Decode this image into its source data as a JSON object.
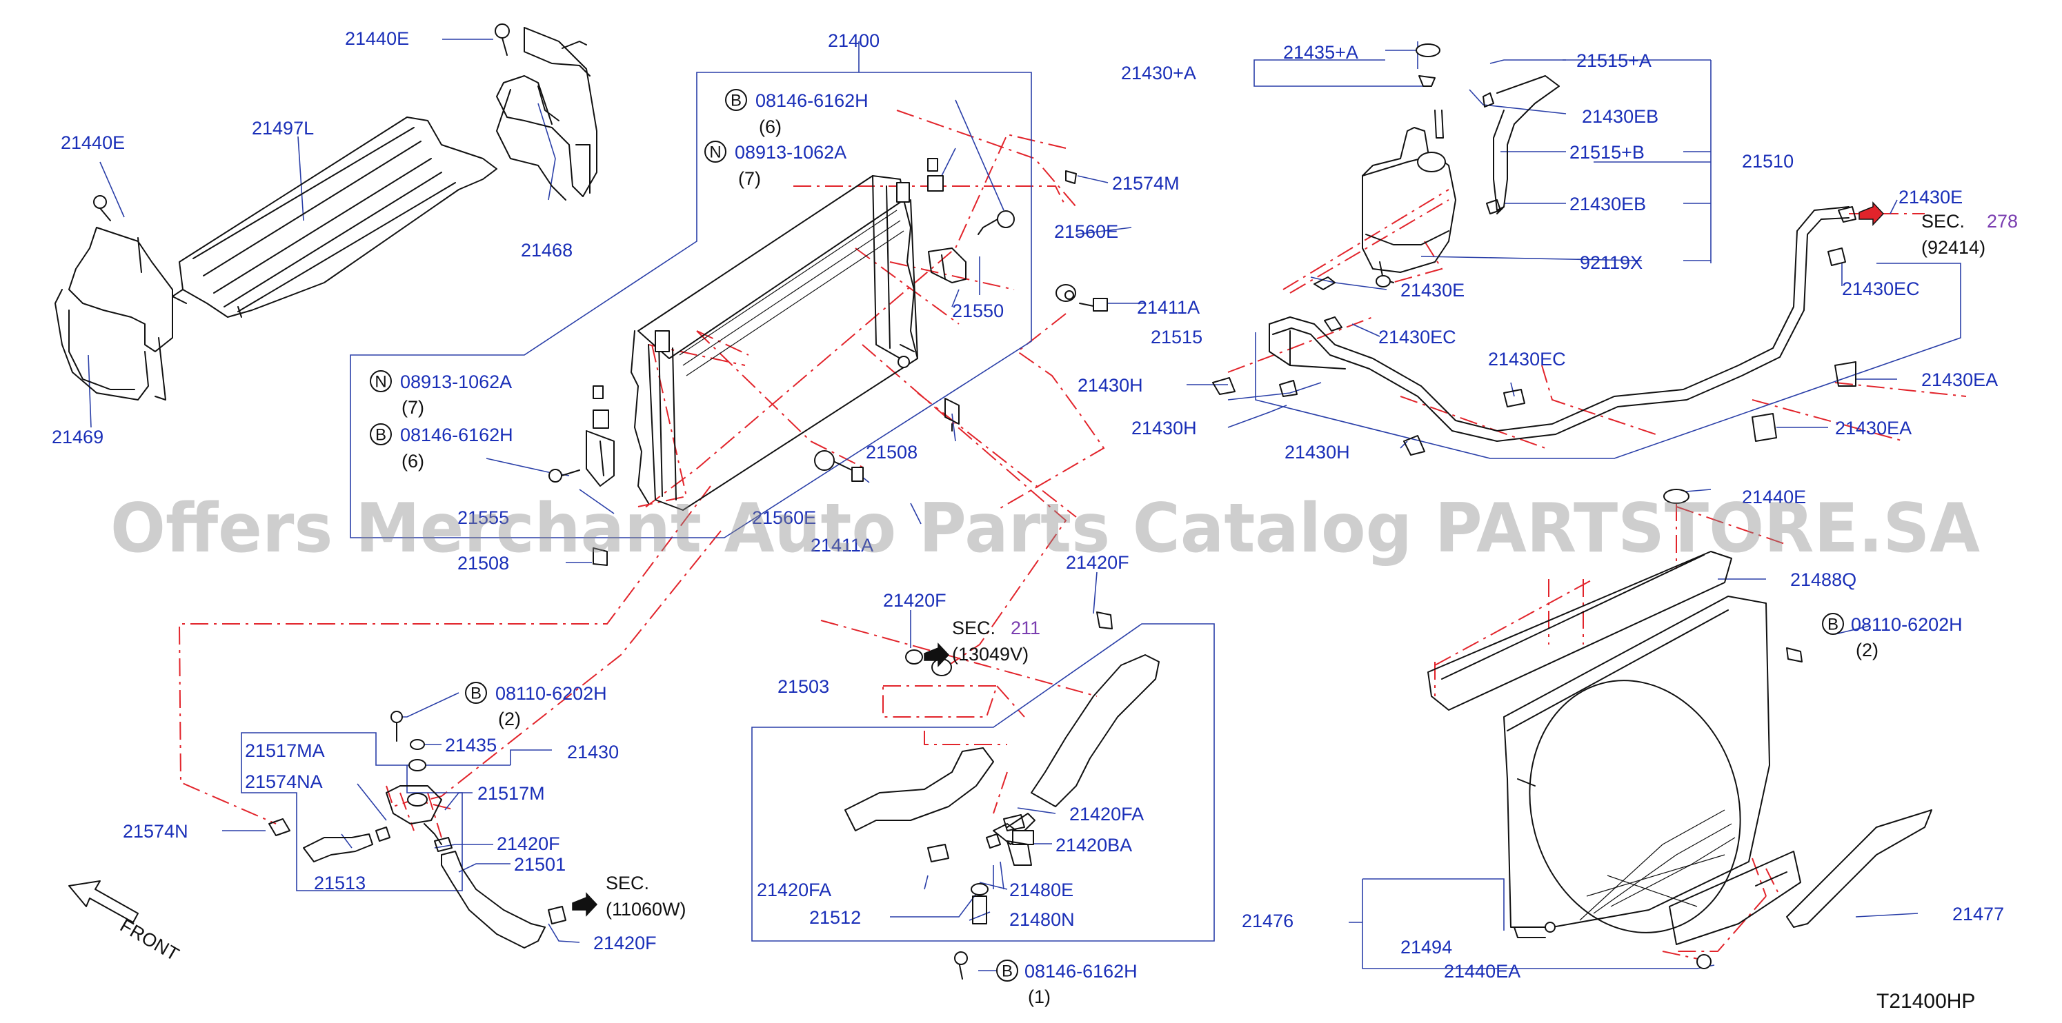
{
  "diagram_code": "T21400HP",
  "watermark": "Offers Merchant Auto Parts Catalog PARTSTORE.SA",
  "front_label": "FRONT",
  "colors": {
    "label": "#1a2fb8",
    "dash": "#e2242b",
    "sec_ref": "#7a3db0"
  },
  "labels": {
    "l21440E_a": "21440E",
    "l21440E_b": "21440E",
    "l21497L": "21497L",
    "l21468": "21468",
    "l21469": "21469",
    "l21400": "21400",
    "lB1": "08146-6162H",
    "lB1q": "(6)",
    "lN1": "08913-1062A",
    "lN1q": "(7)",
    "l21574M": "21574M",
    "l21560E_a": "21560E",
    "l21550": "21550",
    "l21411A_a": "21411A",
    "lN2": "08913-1062A",
    "lN2q": "(7)",
    "lB2": "08146-6162H",
    "lB2q": "(6)",
    "l21555": "21555",
    "l21560E_b": "21560E",
    "l21411A_b": "21411A",
    "l21508_a": "21508",
    "l21508_b": "21508",
    "l21430A": "21430+A",
    "l21435A": "21435+A",
    "l21515A": "21515+A",
    "l21430EB_a": "21430EB",
    "l21515B": "21515+B",
    "l21510": "21510",
    "l21430EB_b": "21430EB",
    "l92119X": "92119X",
    "l21430E_a": "21430E",
    "l21430E_b": "21430E",
    "lSEC278": "SEC.",
    "lSEC278n": "278",
    "lSEC278q": "(92414)",
    "l21430EC_a": "21430EC",
    "l21515": "21515",
    "l21430EC_b": "21430EC",
    "l21430EC_c": "21430EC",
    "l21430H_a": "21430H",
    "l21430H_b": "21430H",
    "l21430H_c": "21430H",
    "l21430EA_a": "21430EA",
    "l21430EA_b": "21430EA",
    "l21440E_c": "21440E",
    "l21488Q": "21488Q",
    "lB3": "08110-6202H",
    "lB3q": "(2)",
    "l21476": "21476",
    "l21494": "21494",
    "l21440EA": "21440EA",
    "l21477": "21477",
    "l21420F_a": "21420F",
    "l21420F_b": "21420F",
    "lSEC211": "SEC.",
    "lSEC211n": "211",
    "lSEC211q": "(13049V)",
    "l21503": "21503",
    "l21420FA_a": "21420FA",
    "l21420BA": "21420BA",
    "l21420FA_b": "21420FA",
    "l21480E": "21480E",
    "l21512": "21512",
    "l21480N": "21480N",
    "lB4": "08146-6162H",
    "lB4q": "(1)",
    "lB5": "08110-6202H",
    "lB5q": "(2)",
    "l21517MA": "21517MA",
    "l21435": "21435",
    "l21430": "21430",
    "l21574NA": "21574NA",
    "l21517M": "21517M",
    "l21574N": "21574N",
    "l21420F_c": "21420F",
    "l21513": "21513",
    "l21501": "21501",
    "lSEC110": "SEC.",
    "lSEC110q": "(11060W)",
    "l21420F_d": "21420F",
    "cB": "B",
    "cN": "N"
  }
}
